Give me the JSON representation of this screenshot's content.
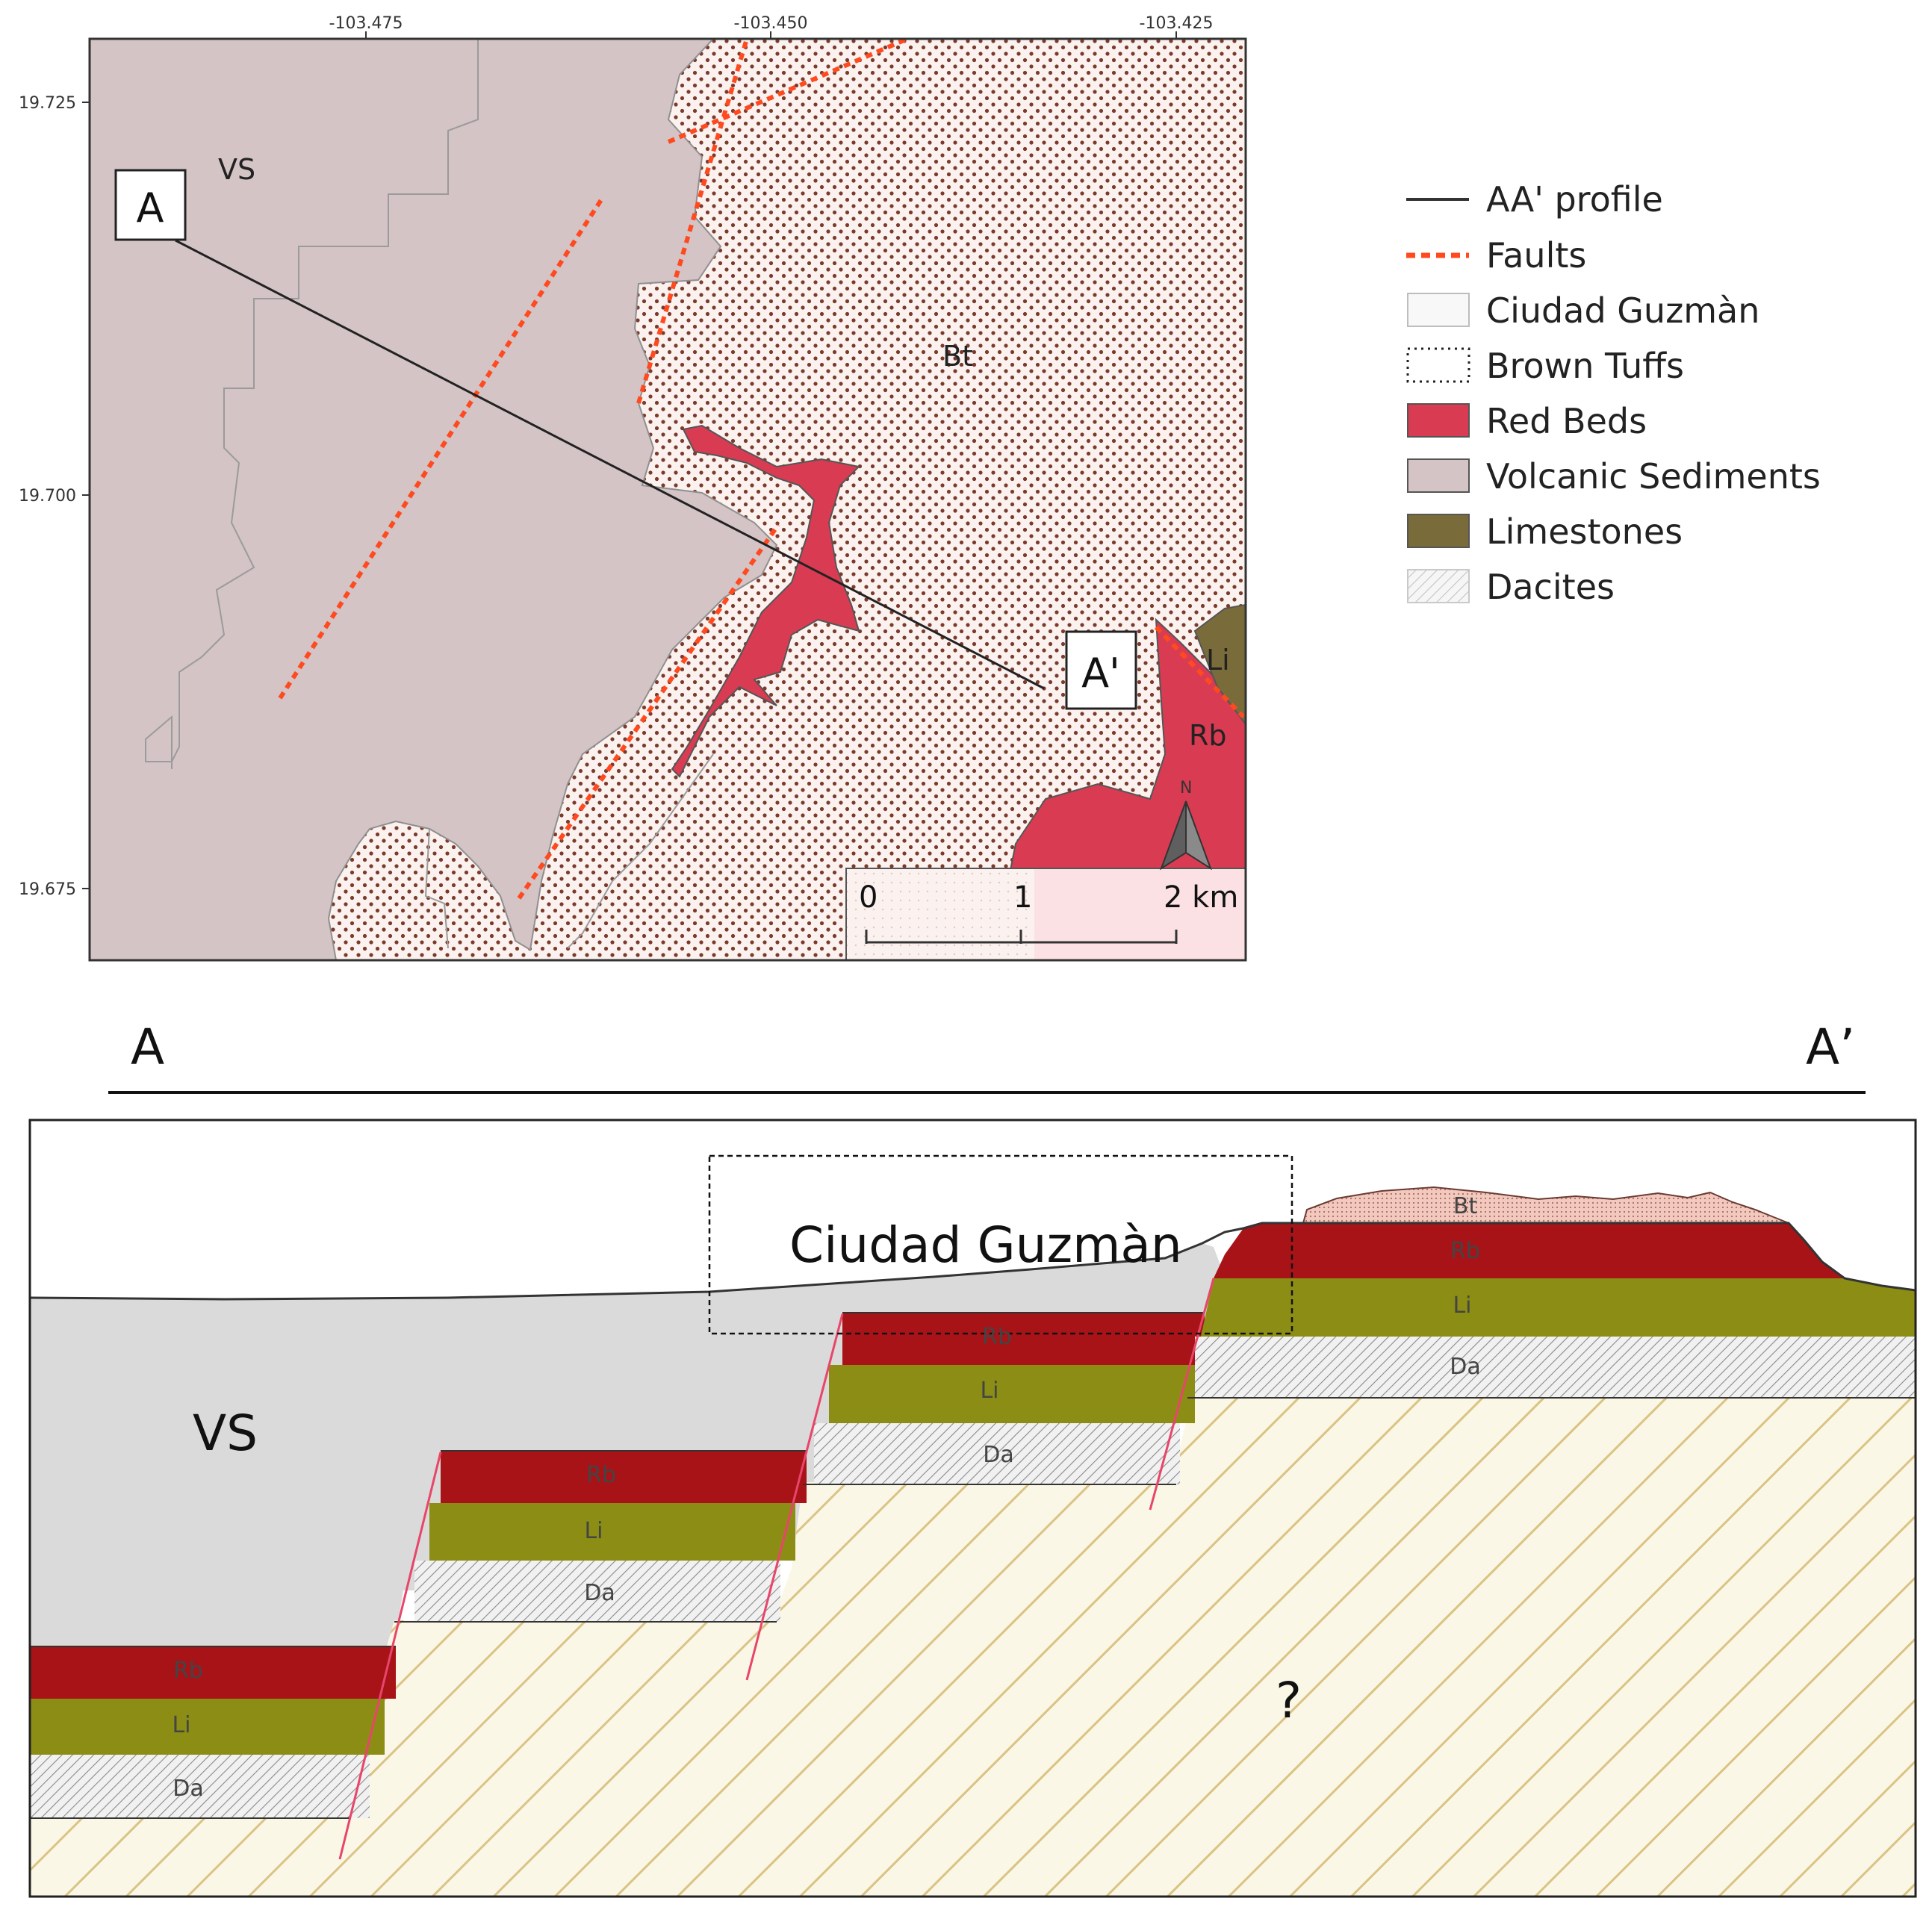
{
  "map": {
    "lon_ticks": [
      "-103.475",
      "-103.450",
      "-103.425"
    ],
    "lat_ticks": [
      "19.725",
      "19.700",
      "19.675"
    ],
    "unit_labels": {
      "vs": "VS",
      "bt": "Bt",
      "li": "Li",
      "rb": "Rb"
    },
    "profile_start": "A",
    "profile_end": "A'",
    "north_arrow_label": "N",
    "scale": {
      "zero": "0",
      "mid": "1",
      "end": "2 km"
    }
  },
  "legend": {
    "items": [
      {
        "label": "AA' profile",
        "icon": "solid-line-icon"
      },
      {
        "label": "Faults",
        "icon": "dashed-red-line-icon"
      },
      {
        "label": "Ciudad Guzmàn",
        "icon": "white-swatch-icon"
      },
      {
        "label": "Brown Tuffs",
        "icon": "dotted-swatch-icon"
      },
      {
        "label": "Red Beds",
        "icon": "red-swatch-icon"
      },
      {
        "label": "Volcanic Sediments",
        "icon": "mauve-swatch-icon"
      },
      {
        "label": "Limestones",
        "icon": "olive-swatch-icon"
      },
      {
        "label": "Dacites",
        "icon": "hatched-swatch-icon"
      }
    ]
  },
  "section": {
    "title_left": "A",
    "title_right": "A’",
    "vs_label": "VS",
    "city_label": "Ciudad Guzmàn",
    "question": "?",
    "bt": "Bt",
    "rb": "Rb",
    "li": "Li",
    "da": "Da"
  },
  "colors": {
    "volcanic_sediments_map": "#d4c4c6",
    "brown_tuff_bg": "#fbf1ee",
    "brown_tuff_dot": "#7a3b2c",
    "red_beds_map": "#d93c52",
    "limestones_map": "#7a6c3a",
    "fault": "#ff4a1f",
    "section_vs": "#dadada",
    "section_red": "#a81318",
    "section_olive": "#8c8d14",
    "section_dacite_bg": "#f1f1f1",
    "basement_bg": "#fbf7e6",
    "basement_hatch": "#dac384",
    "bt_section": "#f2c9bf"
  }
}
